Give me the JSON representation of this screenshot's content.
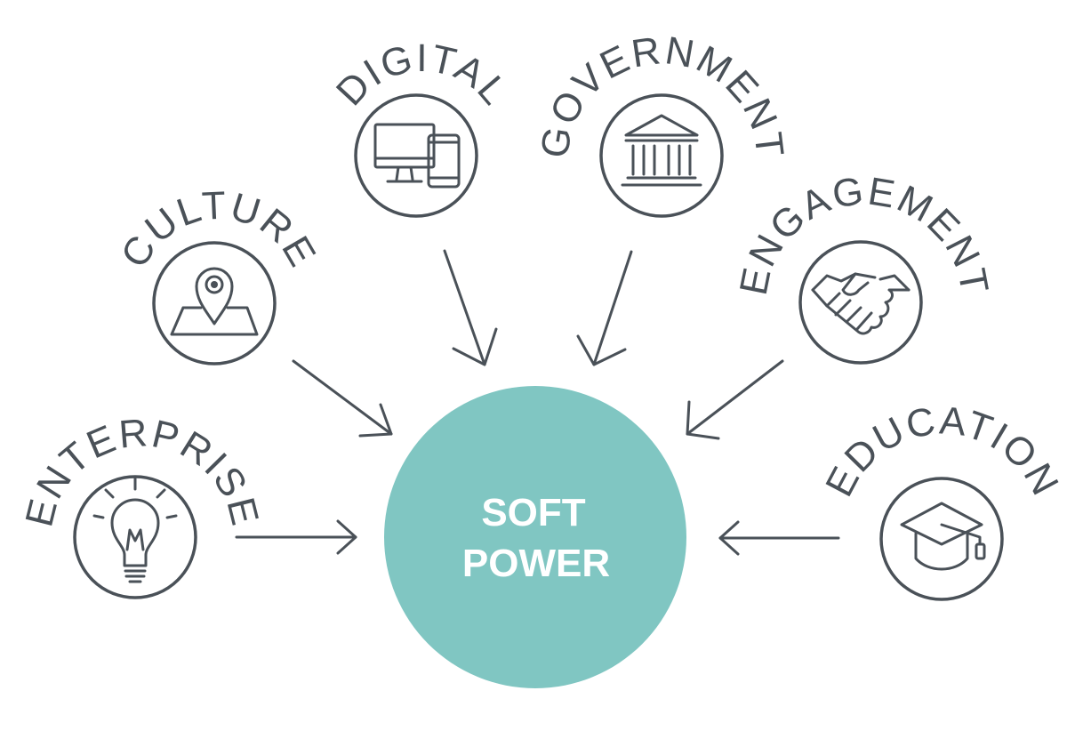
{
  "center": {
    "line1": "SOFT",
    "line2": "POWER",
    "fill_color": "#80c6c2"
  },
  "pillars": [
    {
      "label": "ENTERPRISE",
      "icon": "lightbulb-icon"
    },
    {
      "label": "CULTURE",
      "icon": "map-pin-icon"
    },
    {
      "label": "DIGITAL",
      "icon": "devices-icon"
    },
    {
      "label": "GOVERNMENT",
      "icon": "government-building-icon"
    },
    {
      "label": "ENGAGEMENT",
      "icon": "handshake-icon"
    },
    {
      "label": "EDUCATION",
      "icon": "graduation-cap-icon"
    }
  ],
  "line_color": "#4a5158"
}
